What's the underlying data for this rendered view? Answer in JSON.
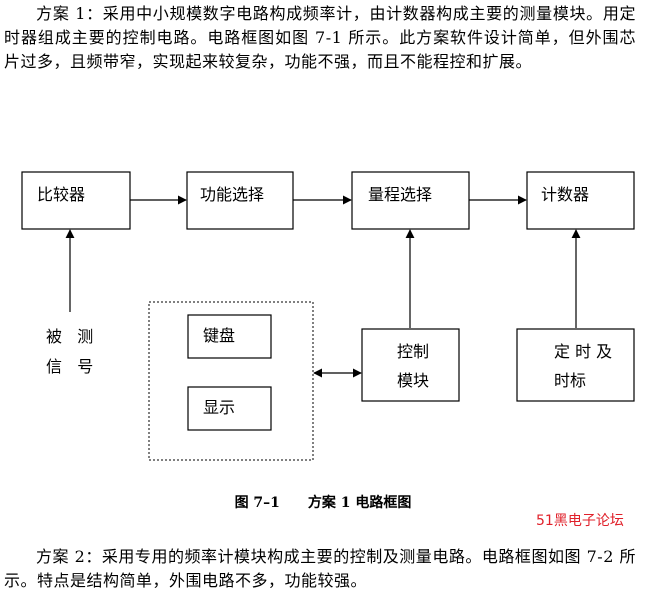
{
  "paragraph1": {
    "text": "方案 1：采用中小规模数字电路构成频率计，由计数器构成主要的测量模块。用定时器组成主要的控制电路。电路框图如图 7-1 所示。此方案软件设计简单，但外围芯片过多，且频带窄，实现起来较复杂，功能不强，而且不能程控和扩展。"
  },
  "diagram": {
    "blocks": {
      "comparator": "比较器",
      "function_select": "功能选择",
      "range_select": "量程选择",
      "counter": "计数器",
      "keyboard": "键盘",
      "display": "显示",
      "control_line1": "控制",
      "control_line2": "模块",
      "timing_line1": "定 时 及",
      "timing_line2": "时标"
    },
    "input_label_line1": "被   测",
    "input_label_line2": "信   号"
  },
  "caption": {
    "figure_no": "图 7–1",
    "title": "方案 1 电路框图"
  },
  "watermark": "51黑电子论坛",
  "paragraph2": {
    "text": "方案 2：采用专用的频率计模块构成主要的控制及测量电路。电路框图如图 7-2 所示。特点是结构简单，外围电路不多，功能较强。"
  }
}
